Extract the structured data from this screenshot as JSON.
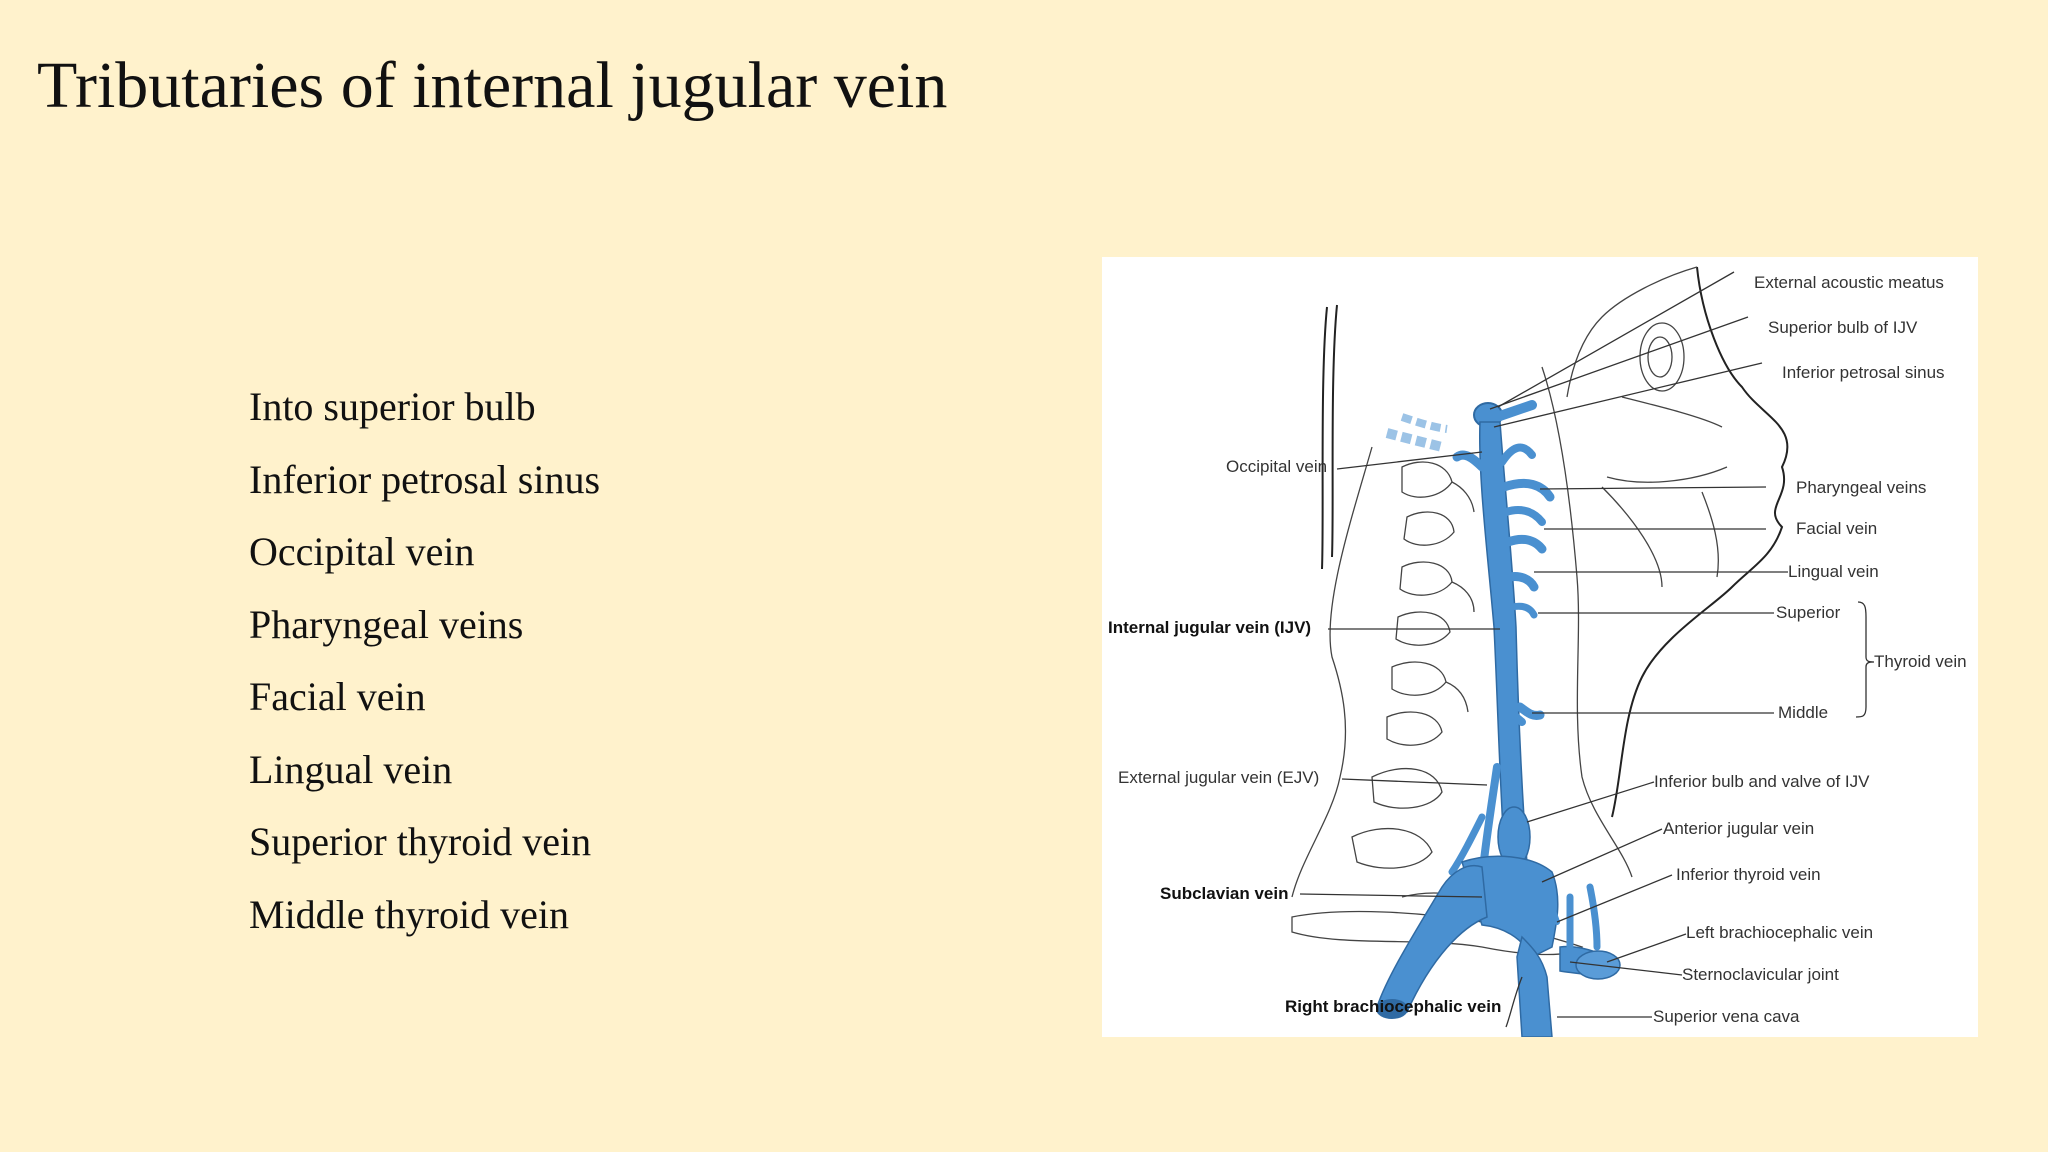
{
  "slide": {
    "title": "Tributaries of internal jugular vein",
    "bullets": [
      "Into superior bulb",
      "Inferior petrosal sinus",
      "Occipital vein",
      "Pharyngeal veins",
      "Facial vein",
      "Lingual vein",
      "Superior thyroid vein",
      "Middle thyroid vein"
    ]
  },
  "figure": {
    "labels": {
      "external_acoustic_meatus": "External acoustic meatus",
      "superior_bulb": "Superior bulb of IJV",
      "inferior_petrosal_sinus": "Inferior petrosal sinus",
      "occipital_vein": "Occipital vein",
      "pharyngeal_veins": "Pharyngeal veins",
      "facial_vein": "Facial vein",
      "lingual_vein": "Lingual vein",
      "superior": "Superior",
      "thyroid_vein": "Thyroid vein",
      "middle": "Middle",
      "internal_jugular_vein": "Internal jugular vein (IJV)",
      "external_jugular_vein": "External jugular vein (EJV)",
      "inferior_bulb": "Inferior bulb and valve of IJV",
      "anterior_jugular_vein": "Anterior jugular vein",
      "inferior_thyroid_vein": "Inferior thyroid vein",
      "subclavian_vein": "Subclavian vein",
      "left_brachiocephalic_vein": "Left brachiocephalic vein",
      "sternoclavicular_joint": "Sternoclavicular joint",
      "right_brachiocephalic_vein": "Right brachiocephalic vein",
      "superior_vena_cava": "Superior vena cava"
    },
    "colors": {
      "vein": "#4a90d0",
      "background": "#ffffff",
      "slide": "#fff2cc"
    }
  }
}
